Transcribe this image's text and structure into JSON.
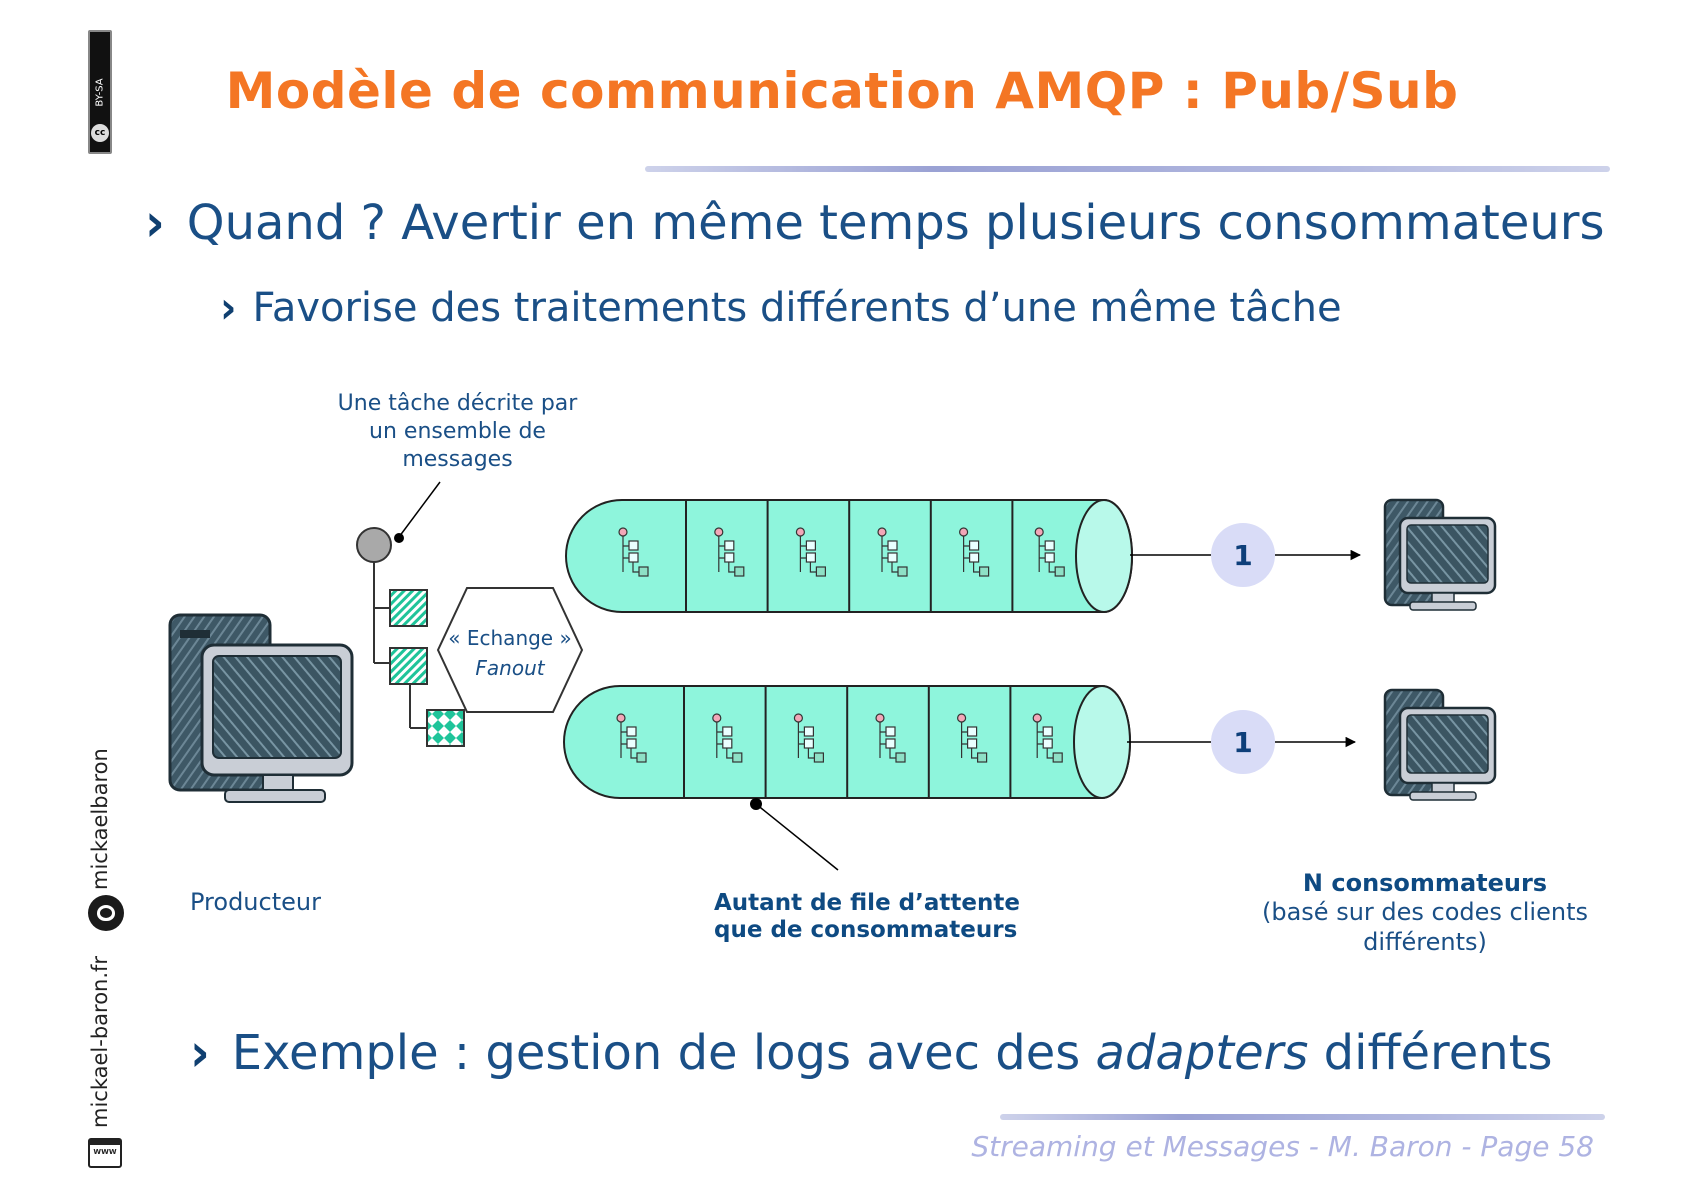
{
  "title": "Modèle de communication AMQP : Pub/Sub",
  "bullets": {
    "b1": "Quand ? Avertir en même temps plusieurs consommateurs",
    "b2": "Favorise des traitements différents d’une même tâche",
    "b3_prefix": "Exemple : gestion de logs avec des ",
    "b3_italic": "adapters",
    "b3_suffix": " différents"
  },
  "diagram": {
    "task_note": [
      "Une tâche décrite par",
      "un ensemble de",
      "messages"
    ],
    "exchange_line1": "« Echange »",
    "exchange_line2": "Fanout",
    "queue_counter_top": "1",
    "queue_counter_bottom": "1",
    "producer_label": "Producteur",
    "queue_note": [
      "Autant de file d’attente",
      "que de consommateurs"
    ],
    "consumers_title": "N consommateurs",
    "consumers_sub": [
      "(basé sur des codes clients",
      "différents)"
    ]
  },
  "sidebar": {
    "github": "mickaelbaron",
    "website": "mickael-baron.fr",
    "license": "BY-SA"
  },
  "footer": "Streaming et Messages - M. Baron - Page  58",
  "colors": {
    "title": "#f47624",
    "text": "#1a4f86",
    "queue_fill": "#8ef5dc",
    "counter_fill": "#d9dcf7",
    "footer": "#aeb3e2"
  }
}
